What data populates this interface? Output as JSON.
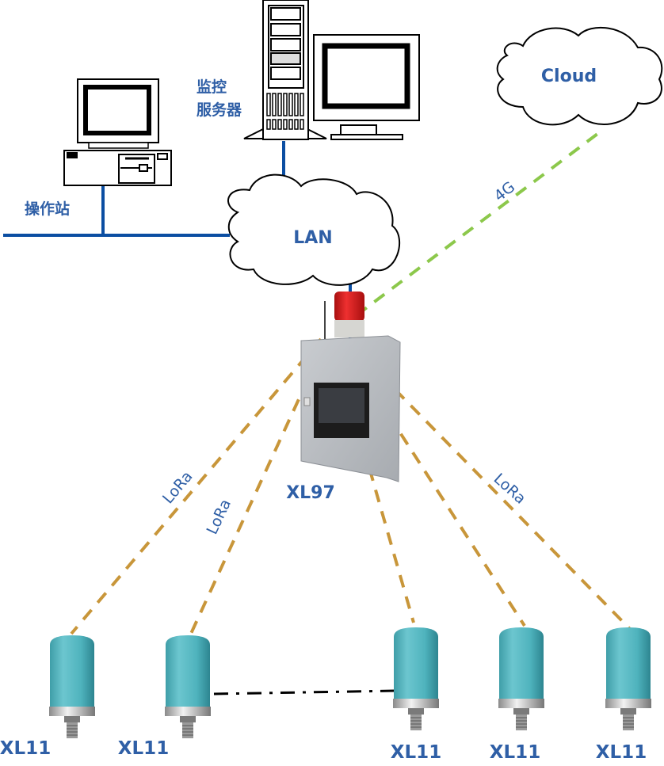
{
  "colors": {
    "label": "#2f5fa6",
    "lan_line": "#0b4ea2",
    "lora_line": "#c8963a",
    "g4_line": "#8cc84b",
    "sensor_body": "#4fb3bd",
    "cabinet": "#b8bcc0",
    "beacon": "#d42020"
  },
  "nodes": {
    "operator_station": {
      "label": "操作站",
      "icon": "desktop-computer-icon"
    },
    "monitor_server": {
      "label_line1": "监控",
      "label_line2": "服务器",
      "icon": "tower-server-icon"
    },
    "lan": {
      "label": "LAN",
      "icon": "cloud-icon"
    },
    "cloud": {
      "label": "Cloud",
      "icon": "cloud-icon"
    },
    "gateway": {
      "label": "XL97",
      "icon": "control-cabinet-icon"
    }
  },
  "links": {
    "g4": {
      "label": "4G"
    },
    "lora_left_1": {
      "label": "LoRa"
    },
    "lora_left_2": {
      "label": "LoRa"
    },
    "lora_right": {
      "label": "LoRa"
    }
  },
  "sensors": [
    {
      "label": "XL11"
    },
    {
      "label": "XL11"
    },
    {
      "label": "XL11"
    },
    {
      "label": "XL11"
    },
    {
      "label": "XL11"
    }
  ]
}
